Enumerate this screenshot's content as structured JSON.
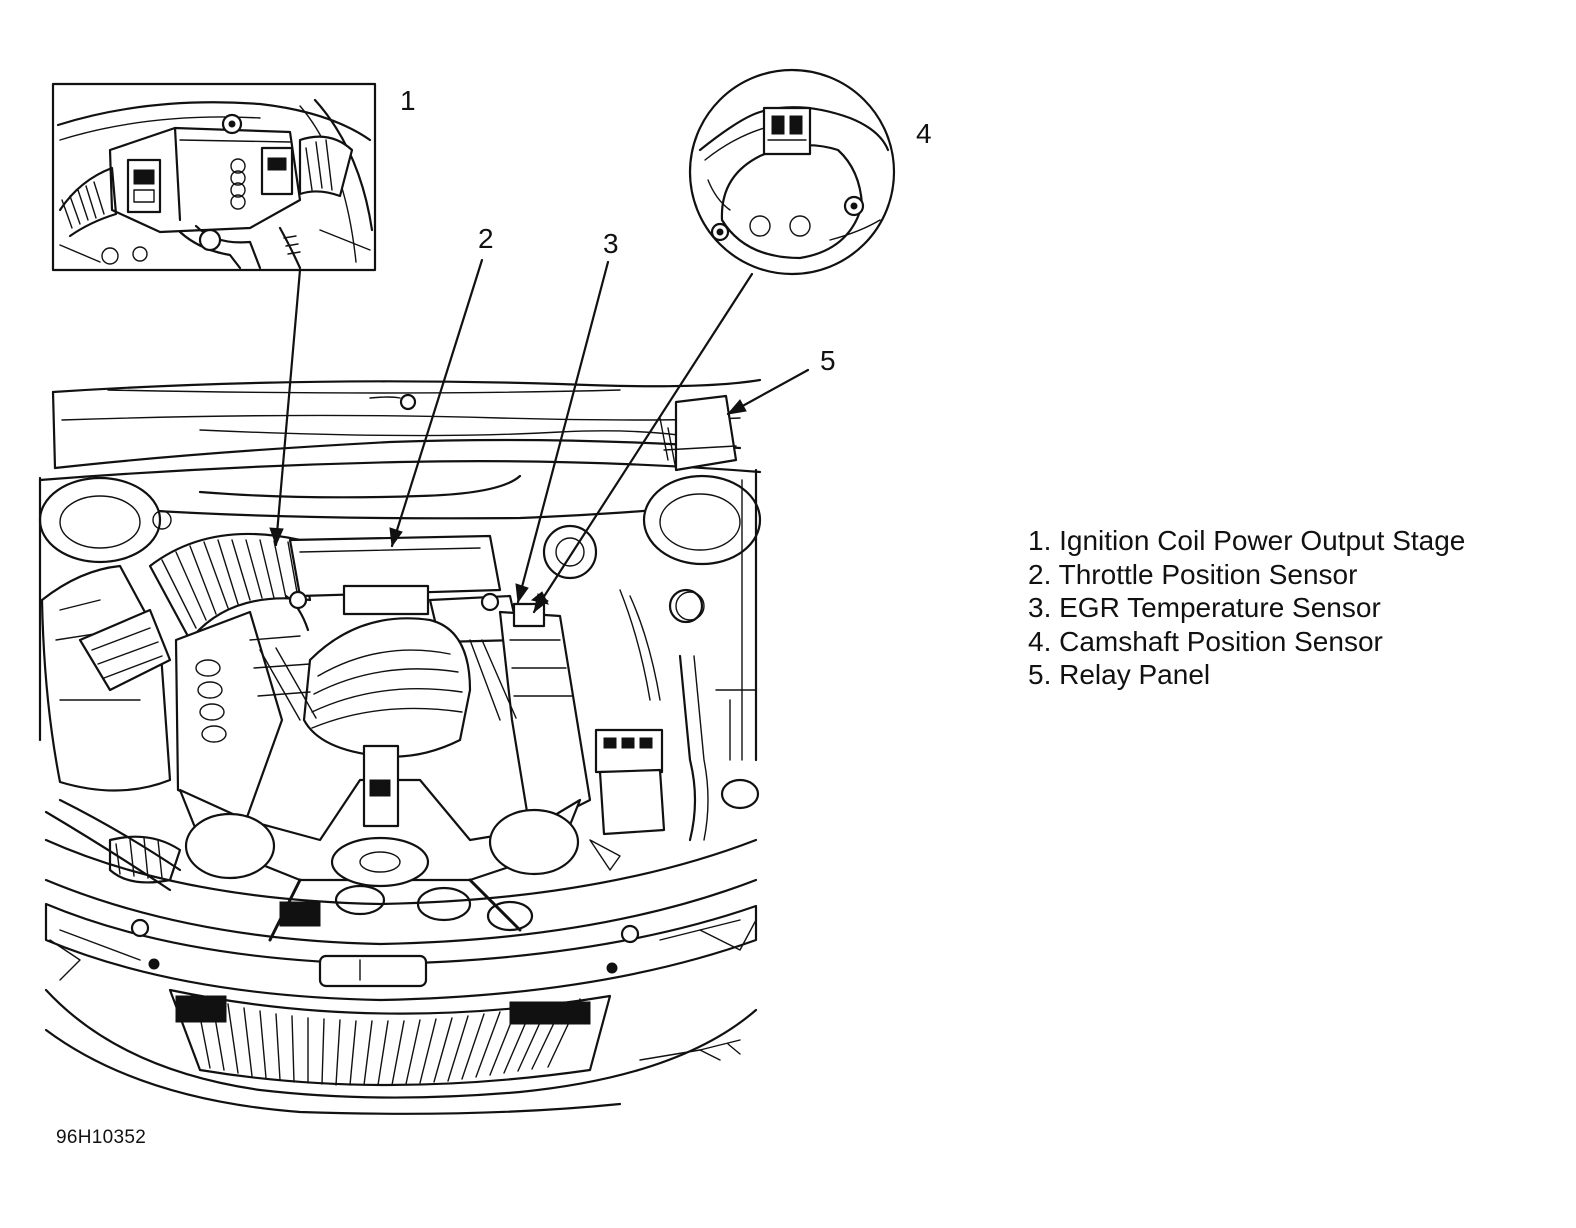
{
  "callouts": [
    {
      "number": "1"
    },
    {
      "number": "2"
    },
    {
      "number": "3"
    },
    {
      "number": "4"
    },
    {
      "number": "5"
    }
  ],
  "legend": {
    "items": [
      {
        "text": "1. Ignition Coil Power Output Stage"
      },
      {
        "text": "2. Throttle Position Sensor"
      },
      {
        "text": "3. EGR Temperature Sensor"
      },
      {
        "text": "4. Camshaft Position Sensor"
      },
      {
        "text": "5. Relay Panel"
      }
    ]
  },
  "figure_id": "96H10352",
  "colors": {
    "ink": "#111111",
    "paper": "#ffffff"
  }
}
